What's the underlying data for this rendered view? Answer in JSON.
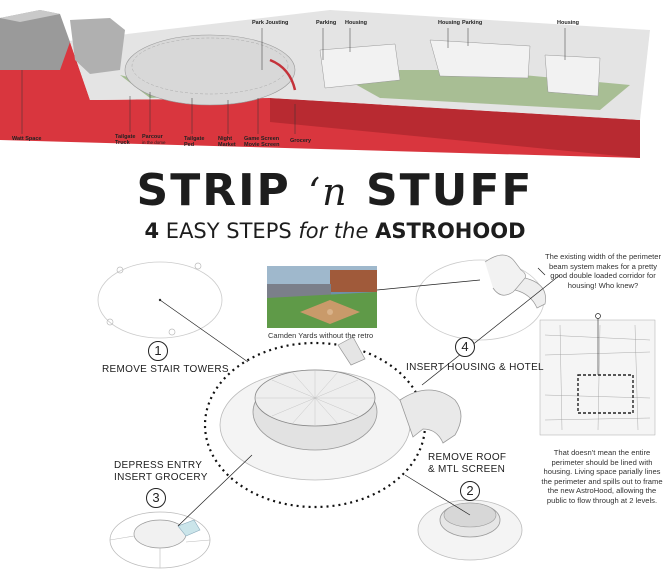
{
  "labels": {
    "watt_space": "Watt Space",
    "tailgate_truck": "Tailgate\nTruck",
    "parcour": "Parcour",
    "parcour_sub": "in the dome",
    "tailgate_ped": "Tailgate\nPed",
    "night_market": "Night\nMarket",
    "game_screen": "Game Screen\nMovie Screen",
    "grocery": "Grocery",
    "park_jousting": "Park Jousting",
    "parking_1": "Parking",
    "housing_1": "Housing",
    "housing_2": "Housing",
    "parking_2": "Parking",
    "housing_3": "Housing"
  },
  "title": {
    "main_part1": "STRIP",
    "main_amp": "‘n",
    "main_part2": "STUFF",
    "sub_num": "4",
    "sub_easy": "EASY STEPS",
    "sub_for": "for the",
    "sub_astro": "ASTROHOOD"
  },
  "steps": [
    {
      "number": "1",
      "label": "REMOVE STAIR TOWERS"
    },
    {
      "number": "2",
      "label": "REMOVE ROOF\n& MTL SCREEN"
    },
    {
      "number": "3",
      "label": "DEPRESS ENTRY\nINSERT GROCERY"
    },
    {
      "number": "4",
      "label": "INSERT HOUSING & HOTEL"
    }
  ],
  "photo_caption": "Camden Yards  without the retro",
  "notes": {
    "beam": "The existing width of the perimeter beam system makes for a pretty good double loaded corridor for housing!  Who knew?",
    "housing": "That doesn't mean the entire perimeter should be lined with housing.  Living space parially lines the perimeter and spills out to frame the new AstroHood, allowing the public to flow through at 2 levels."
  },
  "colors": {
    "site_red": "#d9363e",
    "text": "#1d1d1d",
    "grass": "#7aa35a"
  }
}
